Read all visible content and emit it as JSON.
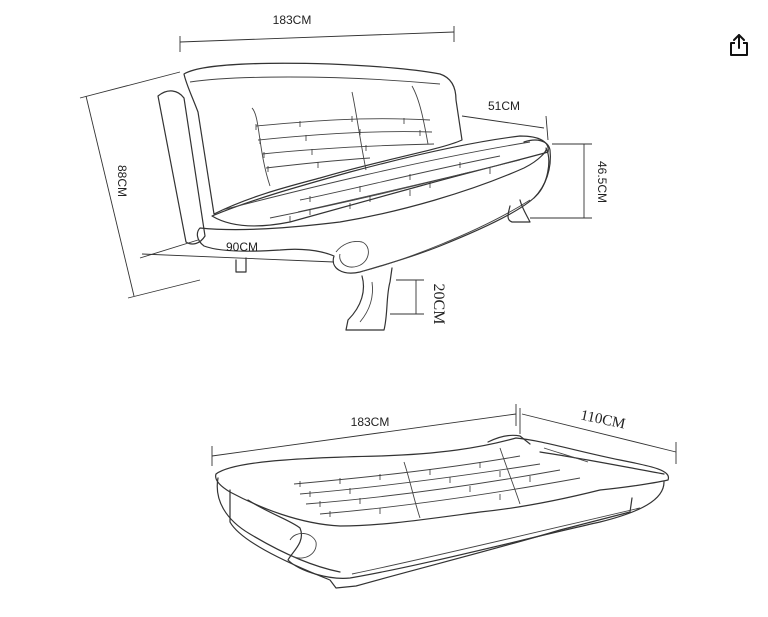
{
  "toolbar": {
    "share_icon": "share-icon"
  },
  "diagram": {
    "upright": {
      "width": "183CM",
      "height": "88CM",
      "depth": "90CM",
      "arm_depth": "51CM",
      "seat_height": "46.5CM",
      "leg_height": "20CM"
    },
    "bed": {
      "width": "183CM",
      "length": "110CM"
    }
  }
}
